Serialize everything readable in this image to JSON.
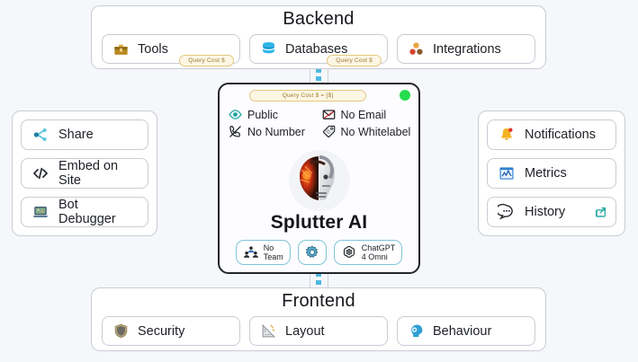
{
  "theme": {
    "page_bg": "#f5f7fb",
    "card_border": "#22252b",
    "panel_border": "#c9ccd4",
    "accent_teal": "#1fa5a0",
    "connector": "#4eb8e0",
    "status_green": "#25dc4e",
    "badge_bg": "#fdf6e4",
    "badge_border": "#e3c77e",
    "badge_text": "#9a7b2e"
  },
  "backend": {
    "title": "Backend",
    "items": [
      {
        "label": "Tools",
        "icon": "toolbox-icon",
        "badge": "Query Cost $"
      },
      {
        "label": "Databases",
        "icon": "database-icon",
        "badge": "Query Cost $"
      },
      {
        "label": "Integrations",
        "icon": "integrations-icon",
        "badge": ""
      }
    ]
  },
  "frontend": {
    "title": "Frontend",
    "items": [
      {
        "label": "Security",
        "icon": "shield-icon"
      },
      {
        "label": "Layout",
        "icon": "ruler-icon"
      },
      {
        "label": "Behaviour",
        "icon": "head-icon"
      }
    ]
  },
  "left_panel": {
    "items": [
      {
        "label": "Share",
        "icon": "share-nodes-icon"
      },
      {
        "label": "Embed on Site",
        "icon": "code-brackets-icon"
      },
      {
        "label": "Bot Debugger",
        "icon": "laptop-icon"
      }
    ]
  },
  "right_panel": {
    "items": [
      {
        "label": "Notifications",
        "icon": "bell-icon",
        "external": false
      },
      {
        "label": "Metrics",
        "icon": "chart-window-icon",
        "external": false
      },
      {
        "label": "History",
        "icon": "chat-bubble-icon",
        "external": true
      }
    ]
  },
  "center": {
    "query_cost_badge": "Query Cost $ = [$]",
    "status": "online",
    "bot_name": "Splutter AI",
    "avatar": "ai-head-avatar",
    "flags": [
      {
        "label": "Public",
        "icon": "eye-icon",
        "state": "on"
      },
      {
        "label": "No Email",
        "icon": "envelope-off-icon",
        "state": "off"
      },
      {
        "label": "No Number",
        "icon": "phone-off-icon",
        "state": "off"
      },
      {
        "label": "No Whitelabel",
        "icon": "tag-off-icon",
        "state": "off"
      }
    ],
    "pills": [
      {
        "line1": "No",
        "line2": "Team",
        "icon": "team-icon"
      },
      {
        "line1": "",
        "line2": "",
        "icon": "gear-icon"
      },
      {
        "line1": "ChatGPT",
        "line2": "4 Omni",
        "icon": "openai-icon"
      }
    ]
  }
}
